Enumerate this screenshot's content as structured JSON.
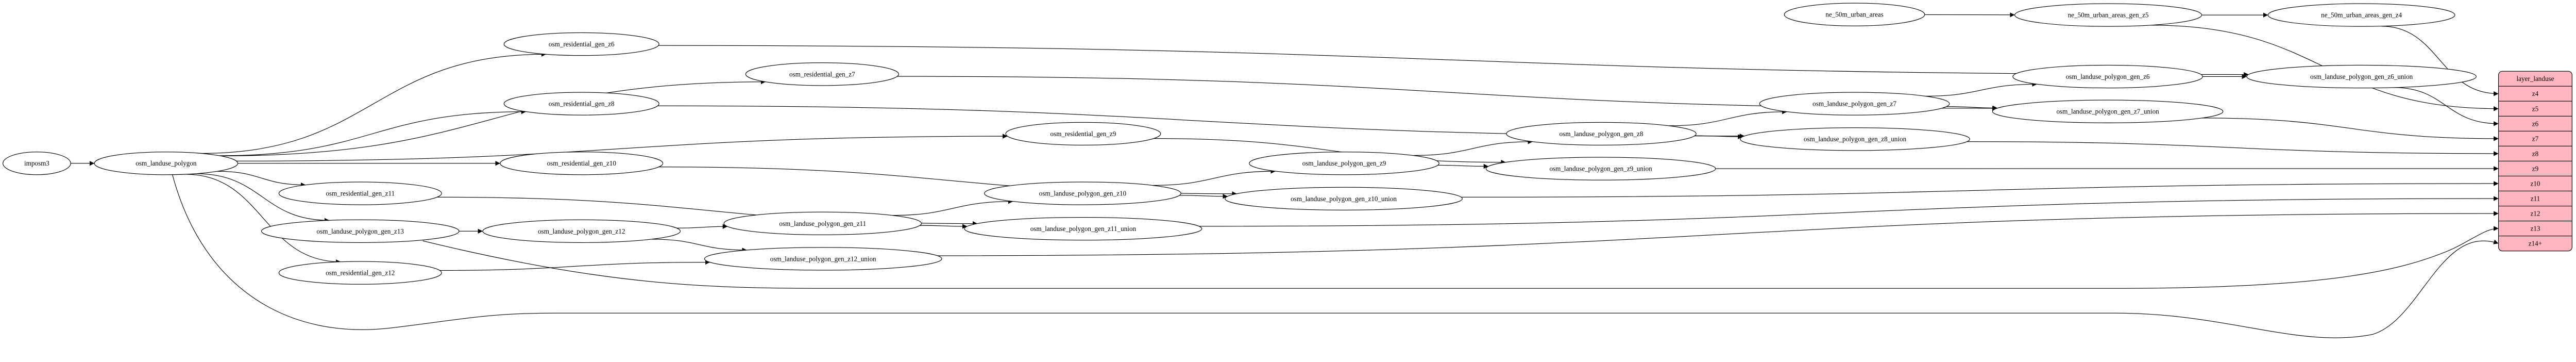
{
  "nodes": [
    {
      "id": "imposm3",
      "label": "imposm3"
    },
    {
      "id": "osm_landuse_polygon",
      "label": "osm_landuse_polygon"
    },
    {
      "id": "osm_residential_gen_z6",
      "label": "osm_residential_gen_z6"
    },
    {
      "id": "osm_residential_gen_z7",
      "label": "osm_residential_gen_z7"
    },
    {
      "id": "osm_residential_gen_z8",
      "label": "osm_residential_gen_z8"
    },
    {
      "id": "osm_residential_gen_z9",
      "label": "osm_residential_gen_z9"
    },
    {
      "id": "osm_residential_gen_z10",
      "label": "osm_residential_gen_z10"
    },
    {
      "id": "osm_residential_gen_z11",
      "label": "osm_residential_gen_z11"
    },
    {
      "id": "osm_residential_gen_z12",
      "label": "osm_residential_gen_z12"
    },
    {
      "id": "osm_landuse_polygon_gen_z13",
      "label": "osm_landuse_polygon_gen_z13"
    },
    {
      "id": "osm_landuse_polygon_gen_z12",
      "label": "osm_landuse_polygon_gen_z12"
    },
    {
      "id": "osm_landuse_polygon_gen_z11",
      "label": "osm_landuse_polygon_gen_z11"
    },
    {
      "id": "osm_landuse_polygon_gen_z12_union",
      "label": "osm_landuse_polygon_gen_z12_union"
    },
    {
      "id": "osm_landuse_polygon_gen_z10",
      "label": "osm_landuse_polygon_gen_z10"
    },
    {
      "id": "osm_landuse_polygon_gen_z11_union",
      "label": "osm_landuse_polygon_gen_z11_union"
    },
    {
      "id": "osm_landuse_polygon_gen_z9",
      "label": "osm_landuse_polygon_gen_z9"
    },
    {
      "id": "osm_landuse_polygon_gen_z10_union",
      "label": "osm_landuse_polygon_gen_z10_union"
    },
    {
      "id": "osm_landuse_polygon_gen_z8",
      "label": "osm_landuse_polygon_gen_z8"
    },
    {
      "id": "osm_landuse_polygon_gen_z9_union",
      "label": "osm_landuse_polygon_gen_z9_union"
    },
    {
      "id": "osm_landuse_polygon_gen_z7",
      "label": "osm_landuse_polygon_gen_z7"
    },
    {
      "id": "osm_landuse_polygon_gen_z8_union",
      "label": "osm_landuse_polygon_gen_z8_union"
    },
    {
      "id": "osm_landuse_polygon_gen_z6",
      "label": "osm_landuse_polygon_gen_z6"
    },
    {
      "id": "osm_landuse_polygon_gen_z7_union",
      "label": "osm_landuse_polygon_gen_z7_union"
    },
    {
      "id": "osm_landuse_polygon_gen_z6_union",
      "label": "osm_landuse_polygon_gen_z6_union"
    },
    {
      "id": "ne_50m_urban_areas",
      "label": "ne_50m_urban_areas"
    },
    {
      "id": "ne_50m_urban_areas_gen_z5",
      "label": "ne_50m_urban_areas_gen_z5"
    },
    {
      "id": "ne_50m_urban_areas_gen_z4",
      "label": "ne_50m_urban_areas_gen_z4"
    }
  ],
  "layer": {
    "title": "layer_landuse",
    "fill": "#ffb6c1",
    "fields": [
      "z4",
      "z5",
      "z6",
      "z7",
      "z8",
      "z9",
      "z10",
      "z11",
      "z12",
      "z13",
      "z14+"
    ]
  },
  "edges": [
    {
      "from": "imposm3",
      "to": "osm_landuse_polygon"
    },
    {
      "from": "osm_landuse_polygon",
      "to": "osm_residential_gen_z6"
    },
    {
      "from": "osm_landuse_polygon",
      "to": "osm_residential_gen_z7"
    },
    {
      "from": "osm_landuse_polygon",
      "to": "osm_residential_gen_z8"
    },
    {
      "from": "osm_landuse_polygon",
      "to": "osm_residential_gen_z9"
    },
    {
      "from": "osm_landuse_polygon",
      "to": "osm_residential_gen_z10"
    },
    {
      "from": "osm_landuse_polygon",
      "to": "osm_residential_gen_z11"
    },
    {
      "from": "osm_landuse_polygon",
      "to": "osm_landuse_polygon_gen_z13"
    },
    {
      "from": "osm_landuse_polygon",
      "to": "osm_residential_gen_z12"
    },
    {
      "from": "osm_landuse_polygon",
      "to": "layer_landuse:z14+"
    },
    {
      "from": "osm_residential_gen_z6",
      "to": "osm_landuse_polygon_gen_z6_union"
    },
    {
      "from": "osm_residential_gen_z7",
      "to": "osm_landuse_polygon_gen_z7_union"
    },
    {
      "from": "osm_residential_gen_z8",
      "to": "osm_landuse_polygon_gen_z8_union"
    },
    {
      "from": "osm_residential_gen_z9",
      "to": "osm_landuse_polygon_gen_z9_union"
    },
    {
      "from": "osm_residential_gen_z10",
      "to": "osm_landuse_polygon_gen_z10_union"
    },
    {
      "from": "osm_residential_gen_z11",
      "to": "osm_landuse_polygon_gen_z11_union"
    },
    {
      "from": "osm_residential_gen_z12",
      "to": "osm_landuse_polygon_gen_z12_union"
    },
    {
      "from": "osm_landuse_polygon_gen_z13",
      "to": "osm_landuse_polygon_gen_z12"
    },
    {
      "from": "osm_landuse_polygon_gen_z13",
      "to": "layer_landuse:z13"
    },
    {
      "from": "osm_landuse_polygon_gen_z12",
      "to": "osm_landuse_polygon_gen_z11"
    },
    {
      "from": "osm_landuse_polygon_gen_z12",
      "to": "osm_landuse_polygon_gen_z12_union"
    },
    {
      "from": "osm_landuse_polygon_gen_z11",
      "to": "osm_landuse_polygon_gen_z10"
    },
    {
      "from": "osm_landuse_polygon_gen_z11",
      "to": "osm_landuse_polygon_gen_z11_union"
    },
    {
      "from": "osm_landuse_polygon_gen_z10",
      "to": "osm_landuse_polygon_gen_z9"
    },
    {
      "from": "osm_landuse_polygon_gen_z10",
      "to": "osm_landuse_polygon_gen_z10_union"
    },
    {
      "from": "osm_landuse_polygon_gen_z9",
      "to": "osm_landuse_polygon_gen_z8"
    },
    {
      "from": "osm_landuse_polygon_gen_z9",
      "to": "osm_landuse_polygon_gen_z9_union"
    },
    {
      "from": "osm_landuse_polygon_gen_z8",
      "to": "osm_landuse_polygon_gen_z7"
    },
    {
      "from": "osm_landuse_polygon_gen_z8",
      "to": "osm_landuse_polygon_gen_z8_union"
    },
    {
      "from": "osm_landuse_polygon_gen_z7",
      "to": "osm_landuse_polygon_gen_z6"
    },
    {
      "from": "osm_landuse_polygon_gen_z7",
      "to": "osm_landuse_polygon_gen_z7_union"
    },
    {
      "from": "osm_landuse_polygon_gen_z6",
      "to": "osm_landuse_polygon_gen_z6_union"
    },
    {
      "from": "osm_landuse_polygon_gen_z6_union",
      "to": "layer_landuse:z6"
    },
    {
      "from": "osm_landuse_polygon_gen_z7_union",
      "to": "layer_landuse:z7"
    },
    {
      "from": "osm_landuse_polygon_gen_z8_union",
      "to": "layer_landuse:z8"
    },
    {
      "from": "osm_landuse_polygon_gen_z9_union",
      "to": "layer_landuse:z9"
    },
    {
      "from": "osm_landuse_polygon_gen_z10_union",
      "to": "layer_landuse:z10"
    },
    {
      "from": "osm_landuse_polygon_gen_z11_union",
      "to": "layer_landuse:z11"
    },
    {
      "from": "osm_landuse_polygon_gen_z12_union",
      "to": "layer_landuse:z12"
    },
    {
      "from": "ne_50m_urban_areas",
      "to": "ne_50m_urban_areas_gen_z5"
    },
    {
      "from": "ne_50m_urban_areas_gen_z5",
      "to": "ne_50m_urban_areas_gen_z4"
    },
    {
      "from": "ne_50m_urban_areas_gen_z5",
      "to": "layer_landuse:z5"
    },
    {
      "from": "ne_50m_urban_areas_gen_z4",
      "to": "layer_landuse:z4"
    }
  ]
}
